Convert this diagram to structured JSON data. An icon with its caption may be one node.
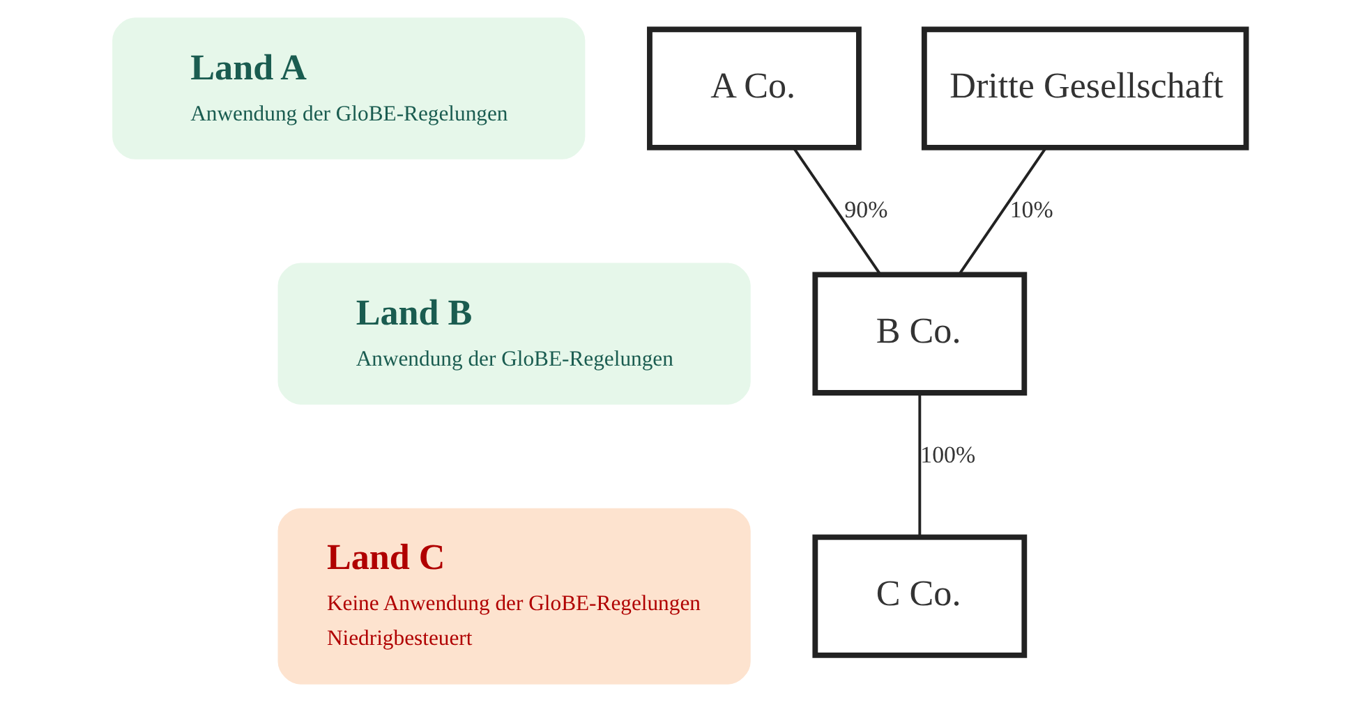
{
  "diagram": {
    "nodes": [
      {
        "text": [
          "Land A",
          "Anwendung der GloBE-Regelungen"
        ]
      },
      {
        "text": [
          "Land B",
          "Anwendung der GloBE-Regelungen"
        ]
      },
      {
        "text": [
          "Land C",
          "Keine Anwendung der GloBE-Regelungen",
          "Niedrigbesteuert"
        ]
      },
      {
        "text": [
          "A Co."
        ]
      },
      {
        "text": [
          "Dritte Gesellschaft"
        ]
      },
      {
        "text": [
          "B Co."
        ]
      },
      {
        "text": [
          "C Co."
        ]
      }
    ],
    "edges": [
      {
        "from": 3,
        "to": 5,
        "arrow": "none",
        "label": "90%"
      },
      {
        "from": 4,
        "to": 5,
        "arrow": "none",
        "label": "10%"
      },
      {
        "from": 5,
        "to": 6,
        "arrow": "none",
        "label": "100%"
      }
    ]
  }
}
